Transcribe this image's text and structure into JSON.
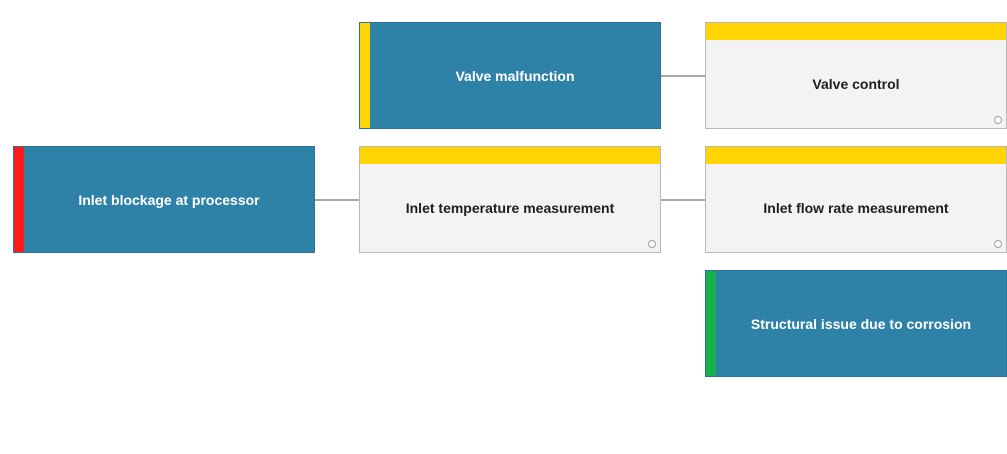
{
  "colors": {
    "node_blue": "#2f82a7",
    "node_gray": "#f3f3f3",
    "status_red": "#ff1a1a",
    "status_yellow": "#ffd400",
    "status_green": "#13b04b",
    "connector": "#8c8c8c"
  },
  "nodes": {
    "inlet_blockage": {
      "label": "Inlet blockage at processor",
      "status": "red"
    },
    "valve_malfunction": {
      "label": "Valve malfunction",
      "status": "yellow"
    },
    "valve_control": {
      "label": "Valve control",
      "status": "yellow"
    },
    "inlet_temperature": {
      "label": "Inlet temperature measurement",
      "status": "yellow"
    },
    "inlet_flow_rate": {
      "label": "Inlet flow rate measurement",
      "status": "yellow"
    },
    "structural_issue": {
      "label": "Structural issue due to corrosion",
      "status": "green"
    }
  }
}
